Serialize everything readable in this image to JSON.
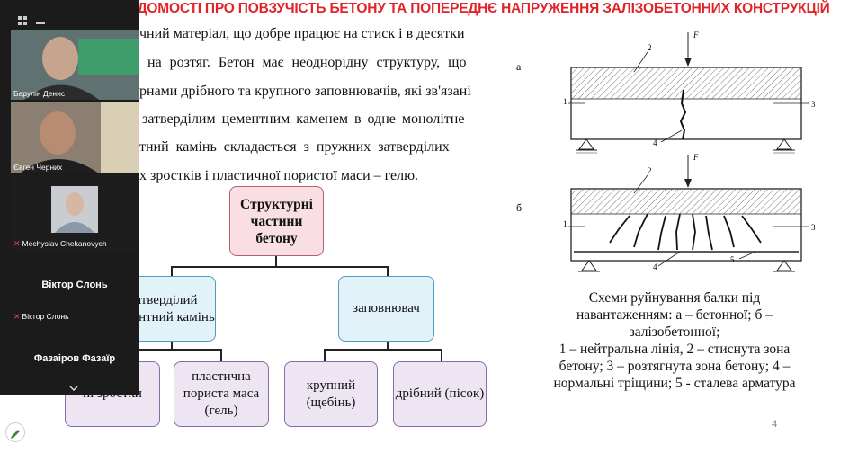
{
  "slide": {
    "title": "ЗАГАЛЬНІ ВІДОМОСТІ ПРО ПОВЗУЧІСТЬ БЕТОНУ ТА ПОПЕРЕДНЄ НАПРУЖЕННЯ ЗАЛІЗОБЕТОННИХ КОНСТРУКЦІЙ",
    "paragraph_lines": [
      "чний матеріал, що добре працює на стиск і в десятки",
      "на розтяг. Бетон має неоднорідну структуру, що",
      "рнами дрібного та крупного заповнювачів, які зв'язані",
      "затверділим цементним каменем в одне монолітне",
      "тний камінь складається з пружних затверділих",
      "х зростків і  пластичної пористої маси – гелю."
    ],
    "diagram": {
      "root": "Структурні частини бетону",
      "left_child": "атверділий ементний камінь",
      "right_child": "заповнювач",
      "leaf_1": "ні зростки",
      "leaf_2": "пластична пориста маса (гель)",
      "leaf_3": "крупний (щебінь)",
      "leaf_4": "дрібний (пісок)"
    },
    "figure": {
      "label_a": "а",
      "label_b": "б",
      "force_label": "F",
      "n1": "1",
      "n2": "2",
      "n3": "3",
      "n4": "4",
      "n5": "5"
    },
    "caption_lines": [
      "Схеми руйнування балки під",
      "навантаженням: а – бетонної; б –",
      "залізобетонної;",
      "1 – нейтральна лінія, 2 – стиснута зона",
      "бетону; 3 – розтягнута зона бетону; 4 –",
      "нормальні тріщини; 5 - сталева арматура"
    ],
    "page_number": "4"
  },
  "participants": [
    {
      "name": "Барулін Денис",
      "video": true
    },
    {
      "name": "Євген Черних",
      "video": true
    },
    {
      "name": "Mechyslav Chekanovych",
      "video": true,
      "muted": true
    },
    {
      "name": "Віктор Слонь",
      "video": false,
      "label": "Віктор Слонь",
      "muted": true
    },
    {
      "name": "Фазаіров Фазаїр",
      "video": false
    }
  ],
  "colors": {
    "title": "#e0242a",
    "root_box": "#f9dfe3",
    "mid_box": "#e1f2f8",
    "leaf_box": "#eee5f3"
  }
}
